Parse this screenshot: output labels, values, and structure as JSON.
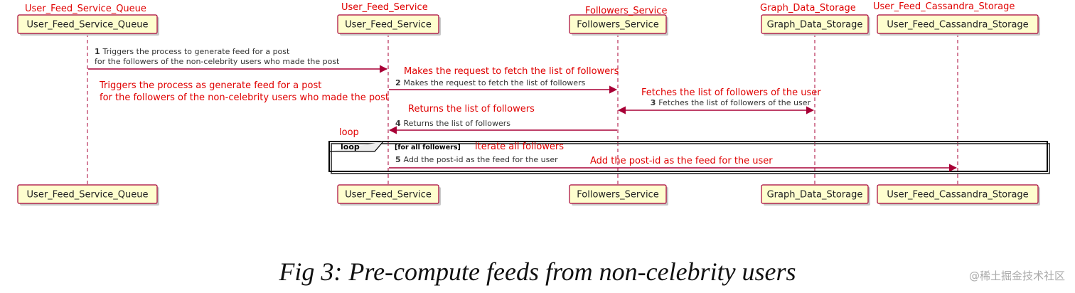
{
  "participants": [
    {
      "id": "queue",
      "name": "User_Feed_Service_Queue",
      "annotation": "User_Feed_Service_Queue"
    },
    {
      "id": "service",
      "name": "User_Feed_Service",
      "annotation": "User_Feed_Service"
    },
    {
      "id": "followers",
      "name": "Followers_Service",
      "annotation": "Followers_Service"
    },
    {
      "id": "graph",
      "name": "Graph_Data_Storage",
      "annotation": "Graph_Data_Storage"
    },
    {
      "id": "cassandra",
      "name": "User_Feed_Cassandra_Storage",
      "annotation": "User_Feed_Cassandra_Storage"
    }
  ],
  "messages": [
    {
      "num": "1",
      "from": "queue",
      "to": "service",
      "text_lines": [
        "Triggers the process to generate feed for a post",
        "for the followers of the non-celebrity users who made the post"
      ],
      "annotation_lines": [
        "Triggers the process as generate feed for a post",
        "for the followers of the non-celebrity users who made the post"
      ]
    },
    {
      "num": "2",
      "from": "service",
      "to": "followers",
      "text_lines": [
        "Makes the request to fetch the list of followers"
      ],
      "annotation_lines": [
        "Makes the request to fetch the list of followers"
      ]
    },
    {
      "num": "3",
      "from": "followers",
      "to": "graph",
      "bidirectional": true,
      "text_lines": [
        "Fetches the list of followers of the user"
      ],
      "annotation_lines": [
        "Fetches the list of followers of the user"
      ]
    },
    {
      "num": "4",
      "from": "followers",
      "to": "service",
      "text_lines": [
        "Returns the list of followers"
      ],
      "annotation_lines": [
        "Returns the list of followers"
      ]
    },
    {
      "num": "5",
      "from": "service",
      "to": "cassandra",
      "text_lines": [
        "Add the post-id as the feed for the user"
      ],
      "annotation_lines": [
        "Add the post-id as the feed for the user"
      ]
    }
  ],
  "loop": {
    "label": "loop",
    "guard": "[for all followers]",
    "annotation": "loop",
    "guard_annotation": "iterate all followers"
  },
  "caption": "Fig 3: Pre-compute feeds from non-celebrity users",
  "watermark": "@稀土掘金技术社区",
  "colors": {
    "participant_fill": "#fefece",
    "participant_border": "#a80036",
    "lifeline": "#a80036",
    "arrow": "#a80036",
    "annotation": "#e00000",
    "message_text": "#333333",
    "loop_border": "#000000"
  }
}
